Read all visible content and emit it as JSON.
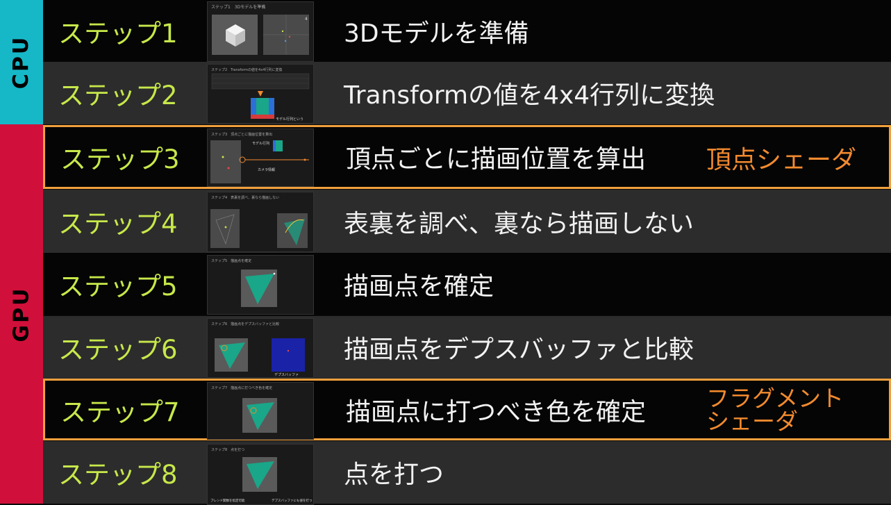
{
  "side_labels": {
    "cpu": "CPU",
    "gpu": "GPU"
  },
  "colors": {
    "cpu_band": "#16b8c8",
    "gpu_band": "#d0103a",
    "step_text": "#c7e84a",
    "desc_text": "#f2f2f2",
    "highlight": "#f2a03c",
    "shader_label": "#f28a2e"
  },
  "rows": [
    {
      "step": "ステップ1",
      "thumb_caption": "ステップ1　3Dモデルを準備",
      "description": "3Dモデルを準備"
    },
    {
      "step": "ステップ2",
      "thumb_caption": "ステップ2　Transformの値を4x4行列に変換",
      "thumb_sub": "モデル行列という",
      "description": "Transformの値を4x4行列に変換"
    },
    {
      "step": "ステップ3",
      "thumb_caption": "ステップ3　頂点ごとに描画位置を算出",
      "thumb_sub1": "モデル行列",
      "thumb_sub2": "カメラ情報",
      "description": "頂点ごとに描画位置を算出",
      "shader": "頂点シェーダ",
      "highlighted": true
    },
    {
      "step": "ステップ4",
      "thumb_caption": "ステップ4　表裏を調べ、裏なら描画しない",
      "description": "表裏を調べ、裏なら描画しない"
    },
    {
      "step": "ステップ5",
      "thumb_caption": "ステップ5　描画点を確定",
      "description": "描画点を確定"
    },
    {
      "step": "ステップ6",
      "thumb_caption": "ステップ6　描画点をデプスバッファと比較",
      "thumb_sub": "デプスバッファ",
      "description": "描画点をデプスバッファと比較"
    },
    {
      "step": "ステップ7",
      "thumb_caption": "ステップ7　描画点に打つべき色を確定",
      "description": "描画点に打つべき色を確定",
      "shader_line1": "フラグメント",
      "shader_line2": "シェーダ",
      "highlighted": true
    },
    {
      "step": "ステップ8",
      "thumb_caption": "ステップ8　点を打つ",
      "thumb_sub1": "ブレンド関数を指定可能",
      "thumb_sub2": "デプスバッファにも値を打つ",
      "description": "点を打つ"
    }
  ]
}
